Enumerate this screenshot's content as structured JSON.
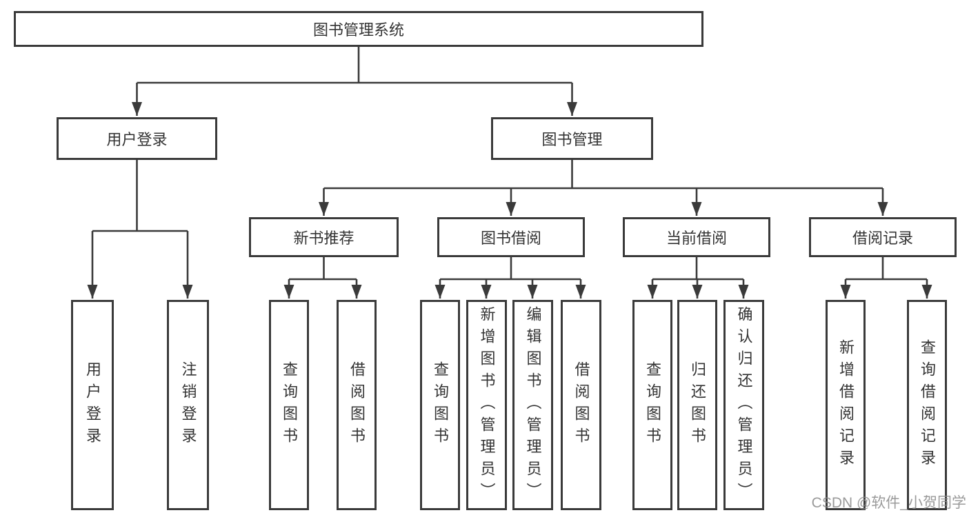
{
  "diagram_type": "tree",
  "nodes": {
    "root": "图书管理系统",
    "user_login": "用户登录",
    "book_mgmt": "图书管理",
    "new_book_rec": "新书推荐",
    "book_borrow": "图书借阅",
    "current_borrow": "当前借阅",
    "borrow_records": "借阅记录",
    "leaf_user_login": "用户登录",
    "leaf_logout": "注销登录",
    "leaf_rec_query_book": "查询图书",
    "leaf_rec_borrow_book": "借阅图书",
    "leaf_bb_query_book": "查询图书",
    "leaf_bb_add_book": "新增图书（管理员）",
    "leaf_bb_edit_book": "编辑图书（管理员）",
    "leaf_bb_borrow_book": "借阅图书",
    "leaf_cb_query_book": "查询图书",
    "leaf_cb_return_book": "归还图书",
    "leaf_cb_confirm_return": "确认归还（管理员）",
    "leaf_br_add_record": "新增借阅记录",
    "leaf_br_query_record": "查询借阅记录"
  },
  "edges": [
    [
      "root",
      "user_login"
    ],
    [
      "root",
      "book_mgmt"
    ],
    [
      "user_login",
      "leaf_user_login"
    ],
    [
      "user_login",
      "leaf_logout"
    ],
    [
      "book_mgmt",
      "new_book_rec"
    ],
    [
      "book_mgmt",
      "book_borrow"
    ],
    [
      "book_mgmt",
      "current_borrow"
    ],
    [
      "book_mgmt",
      "borrow_records"
    ],
    [
      "new_book_rec",
      "leaf_rec_query_book"
    ],
    [
      "new_book_rec",
      "leaf_rec_borrow_book"
    ],
    [
      "book_borrow",
      "leaf_bb_query_book"
    ],
    [
      "book_borrow",
      "leaf_bb_add_book"
    ],
    [
      "book_borrow",
      "leaf_bb_edit_book"
    ],
    [
      "book_borrow",
      "leaf_bb_borrow_book"
    ],
    [
      "current_borrow",
      "leaf_cb_query_book"
    ],
    [
      "current_borrow",
      "leaf_cb_return_book"
    ],
    [
      "current_borrow",
      "leaf_cb_confirm_return"
    ],
    [
      "borrow_records",
      "leaf_br_add_record"
    ],
    [
      "borrow_records",
      "leaf_br_query_record"
    ]
  ],
  "watermark": "CSDN @软件_小贺同学",
  "colors": {
    "border": "#3a3a3a",
    "line": "#3a3a3a",
    "text": "#333333",
    "watermark": "#8c8c8c",
    "background": "#ffffff"
  }
}
